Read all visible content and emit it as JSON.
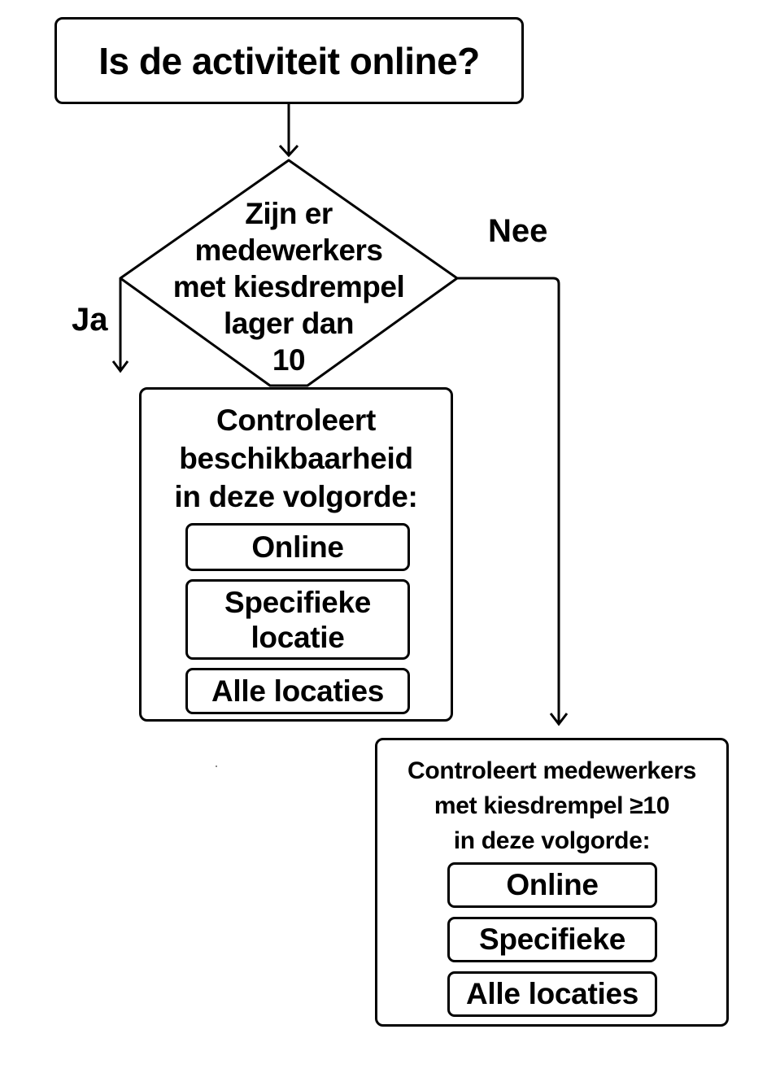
{
  "flowchart": {
    "start": {
      "question": "Is de activiteit online?"
    },
    "decision": {
      "lines": [
        "Zijn er",
        "medewerkers",
        "met kiesdrempel",
        "lager dan",
        "10"
      ]
    },
    "edges": {
      "yes_label": "Ja",
      "no_label": "Nee"
    },
    "yes_branch": {
      "heading_lines": [
        "Controleert",
        "beschikbaarheid",
        "in deze volgorde:"
      ],
      "options": [
        {
          "lines": [
            "Online"
          ]
        },
        {
          "lines": [
            "Specifieke",
            "locatie"
          ]
        },
        {
          "lines": [
            "Alle locaties"
          ]
        }
      ]
    },
    "no_branch": {
      "heading_lines": [
        "Controleert medewerkers",
        "met kiesdrempel ≥10",
        "in deze volgorde:"
      ],
      "options": [
        {
          "label": "Online"
        },
        {
          "label": "Specifieke"
        },
        {
          "label": "Alle locaties"
        }
      ]
    }
  },
  "colors": {
    "stroke": "#000000",
    "background": "#ffffff"
  }
}
